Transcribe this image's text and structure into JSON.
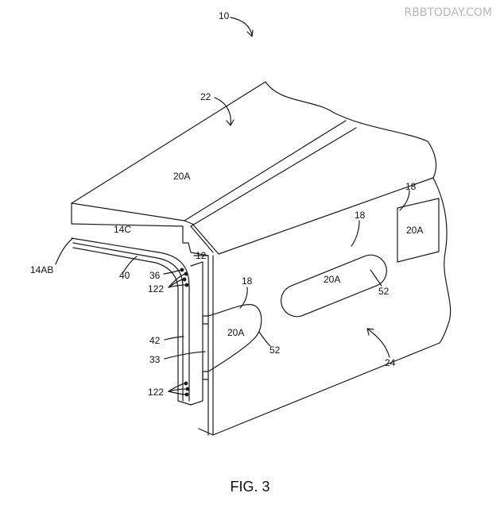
{
  "watermark": "RBBTODAY.COM",
  "caption": "FIG. 3",
  "labels": {
    "l10": "10",
    "l22": "22",
    "l20A_top": "20A",
    "l14C": "14C",
    "l14AB": "14AB",
    "l40": "40",
    "l12": "12",
    "l36": "36",
    "l122_upper": "122",
    "l42": "42",
    "l33": "33",
    "l122_lower": "122",
    "l18_left": "18",
    "l20A_left": "20A",
    "l52_left": "52",
    "l18_mid": "18",
    "l20A_mid": "20A",
    "l52_mid": "52",
    "l18_right": "18",
    "l20A_right": "20A",
    "l24": "24"
  },
  "colors": {
    "line": "#1a1a1a",
    "background": "#ffffff",
    "watermark": "#b9b9b9"
  }
}
